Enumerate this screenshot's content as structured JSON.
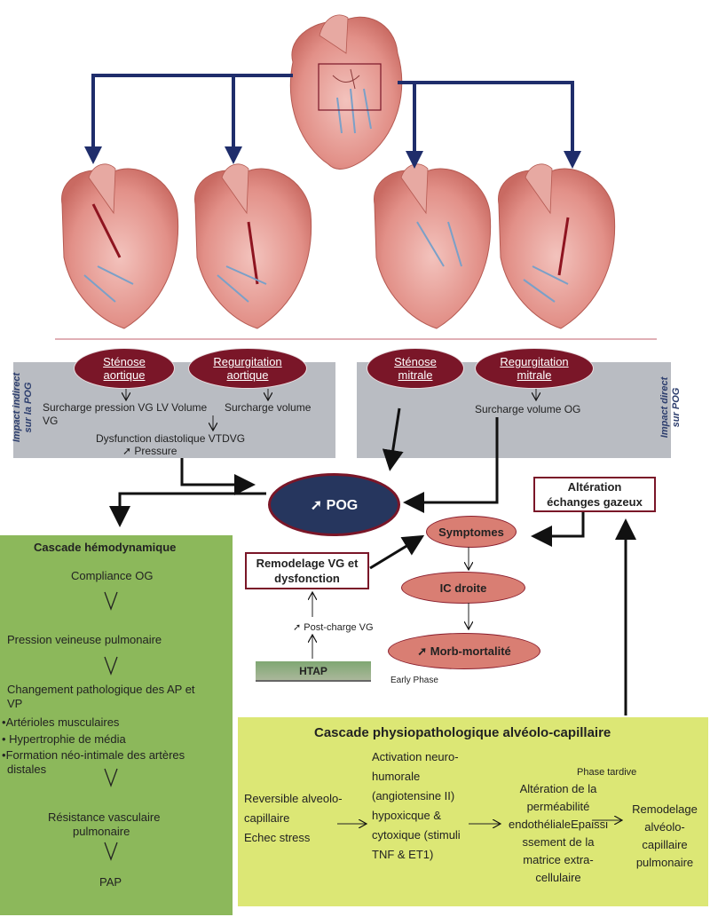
{
  "valves": {
    "aortic_stenosis": "Sténose aortique",
    "aortic_regurg": "Regurgitation aortique",
    "mitral_stenosis": "Sténose mitrale",
    "mitral_regurg": "Regurgitation mitrale"
  },
  "left_panel": {
    "side_label_1": "Impact indirect",
    "side_label_2": "sur la POG",
    "line1": "Surcharge pression VG LV Volume",
    "line1b": "VG",
    "line1_right": "Surcharge volume",
    "line2": "Dysfunction diastolique  VTDVG",
    "line3": "Pressure"
  },
  "right_panel": {
    "side_label_1": "Impact direct",
    "side_label_2": "sur POG",
    "text": "Surcharge volume OG"
  },
  "pog": "POG",
  "alteration": "Altération échanges gazeux",
  "symptomes": "Symptomes",
  "ic_droite": "IC droite",
  "morb": "Morb-mortalité",
  "remodelage_vg": "Remodelage VG et dysfonction",
  "post_charge": "Post-charge VG",
  "htap": "HTAP",
  "early_phase": "Early Phase",
  "hemo": {
    "title": "Cascade hémodynamique",
    "compliance": "Compliance OG",
    "pression": "Pression veineuse pulmonaire",
    "changement1": "Changement pathologique des AP et",
    "changement2": "VP",
    "bullet1": "Artérioles musculaires",
    "bullet2": "Hypertrophie de média",
    "bullet3": "Formation néo-intimale des artères",
    "bullet3b": "distales",
    "resistance1": "Résistance vasculaire",
    "resistance2": "pulmonaire",
    "pap": "PAP"
  },
  "alveo": {
    "title": "Cascade physiopathologique alvéolo-capillaire",
    "col1": [
      "Reversible alveolo-",
      "capillaire",
      "Echec stress"
    ],
    "col2": [
      "Activation neuro-",
      "humorale",
      "(angiotensine II)",
      "hypoxicque &",
      "cytoxique  (stimuli",
      "TNF & ET1)"
    ],
    "phase_tardive": "Phase tardive",
    "col3": [
      "Altération de la",
      "perméabilité",
      "endothélialeEpaissi",
      "ssement de la",
      "matrice extra-",
      "cellulaire"
    ],
    "col4": [
      "Remodelage",
      "alvéolo-",
      "capillaire",
      "pulmonaire"
    ]
  },
  "colors": {
    "dark_red": "#7a1628",
    "salmon": "#d97e73",
    "navy": "#1f2d6b",
    "pog_fill": "#26365e",
    "green": "#8cb85b",
    "lime": "#dce775",
    "grey": "#b9bcc2"
  }
}
